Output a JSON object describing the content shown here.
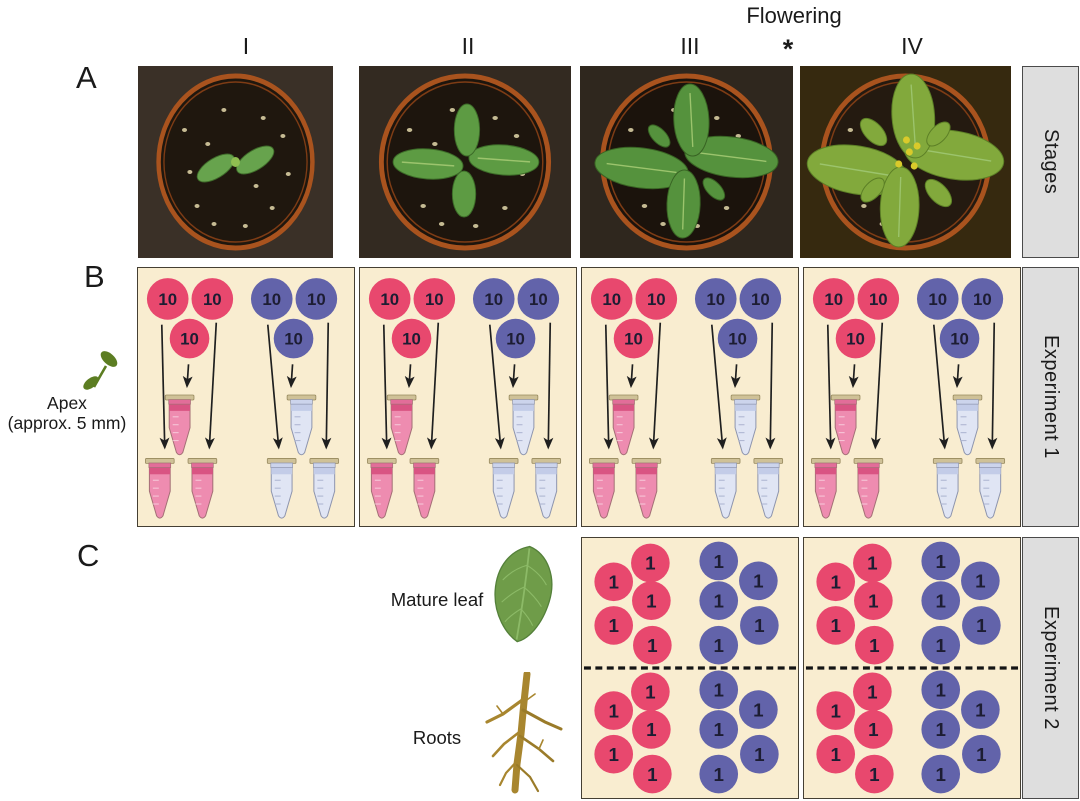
{
  "figure": {
    "header": {
      "flowering": "Flowering",
      "asterisk": "*"
    },
    "stage_labels": [
      "I",
      "II",
      "III",
      "IV"
    ],
    "panel_labels": {
      "a": "A",
      "b": "B",
      "c": "C"
    },
    "side_labels": {
      "stages": "Stages",
      "experiment1": "Experiment 1",
      "experiment2": "Experiment 2"
    },
    "experiment1": {
      "tissue": "Apex",
      "tissue_note": "(approx. 5 mm)",
      "pool_label": "10",
      "pools_per_group": 3,
      "tubes_per_group": 3,
      "groups": [
        "red",
        "blue"
      ],
      "stages_shown": [
        "I",
        "II",
        "III",
        "IV"
      ]
    },
    "experiment2": {
      "tissues": [
        "Mature leaf",
        "Roots"
      ],
      "sample_label": "1",
      "samples_per_group": 5,
      "groups": [
        "red",
        "blue"
      ],
      "stages_shown": [
        "III",
        "IV"
      ]
    },
    "colors": {
      "red": "#e8486e",
      "blue": "#6263aa",
      "panel_bg": "#f9edd0",
      "panel_border": "#453f33",
      "number_text": "#1d1d33",
      "pink_tube_body": "#ee8cb0",
      "pink_tube_band": "#d95483",
      "pink_tube_cap": "#e26d99",
      "blue_tube_body": "#e0e5f4",
      "blue_tube_band": "#c3cce8",
      "blue_tube_cap": "#ccd4ec",
      "tube_cap_rim": "#cfc197",
      "arrow": "#1f1f1f",
      "side_box_bg": "#dedede",
      "leaf_green": "#6f9c49",
      "root_tan": "#a8862f",
      "pot_rim": "#a9531e"
    }
  }
}
